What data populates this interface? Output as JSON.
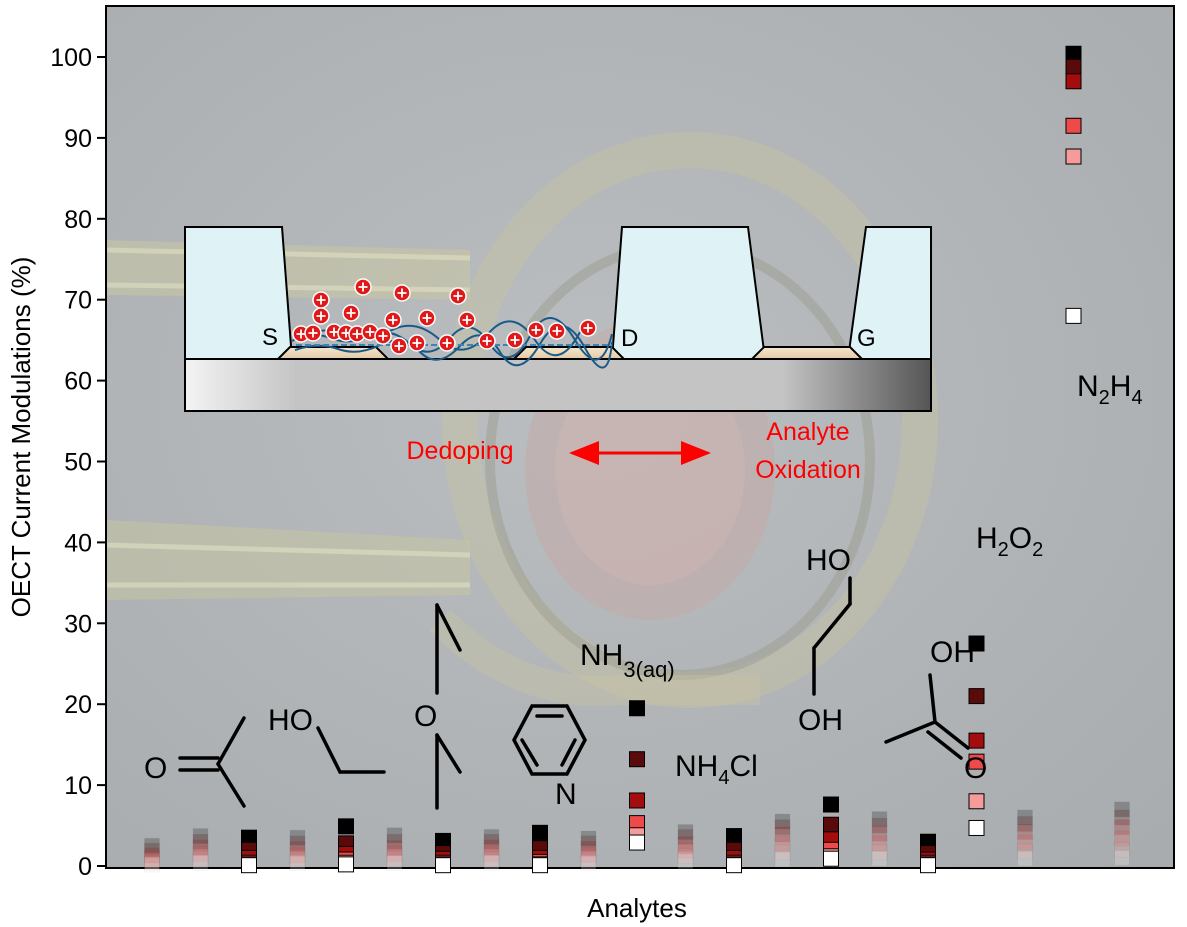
{
  "chart_data": {
    "type": "scatter",
    "xlabel": "Analytes",
    "ylabel": "OECT Current Modulations (%)",
    "ylim": [
      0,
      103
    ],
    "yticks": [
      0,
      10,
      20,
      30,
      40,
      50,
      60,
      70,
      80,
      90,
      100
    ],
    "grid": false,
    "legend": "none",
    "series": [
      {
        "name": "",
        "color": "#000000",
        "values": [
          2.5,
          3.7,
          3.5,
          3.5,
          4.9,
          3.8,
          3.1,
          3.6,
          4.1,
          3.4,
          19.5,
          4.2,
          3.7,
          5.5,
          7.6,
          5.8,
          3.0,
          27.5,
          6.0,
          100.4,
          7.0
        ]
      },
      {
        "name": "",
        "color": "#5a0a0a",
        "values": [
          1.9,
          3.0,
          2.0,
          2.8,
          2.8,
          3.0,
          1.6,
          3.0,
          2.2,
          2.8,
          13.2,
          3.6,
          2.0,
          4.8,
          5.1,
          5.0,
          1.6,
          21.0,
          5.2,
          98.8,
          6.0
        ]
      },
      {
        "name": "",
        "color": "#a30d0d",
        "values": [
          1.3,
          2.3,
          1.0,
          2.1,
          1.5,
          2.2,
          0.9,
          2.3,
          1.0,
          2.1,
          8.1,
          2.7,
          1.0,
          3.9,
          3.3,
          4.0,
          0.8,
          15.5,
          4.2,
          97.0,
          4.8
        ]
      },
      {
        "name": "",
        "color": "#ef4a4a",
        "values": [
          0.8,
          1.5,
          0.4,
          1.3,
          0.8,
          1.5,
          0.4,
          1.5,
          0.5,
          1.4,
          5.3,
          1.9,
          0.4,
          2.8,
          2.0,
          2.8,
          0.4,
          12.9,
          2.9,
          91.5,
          3.4
        ]
      },
      {
        "name": "",
        "color": "#f59b9b",
        "values": [
          0.4,
          0.9,
          0.2,
          0.8,
          0.4,
          0.9,
          0.2,
          0.8,
          0.2,
          0.8,
          3.8,
          1.2,
          0.2,
          1.7,
          1.2,
          1.7,
          0.2,
          8.0,
          1.8,
          87.7,
          2.0
        ]
      },
      {
        "name": "",
        "color": "#ffffff",
        "values": [
          0.2,
          0.4,
          0.1,
          0.4,
          0.2,
          0.4,
          0.1,
          0.4,
          0.1,
          0.4,
          2.9,
          0.6,
          0.1,
          0.8,
          0.9,
          0.9,
          0.1,
          4.7,
          0.9,
          68.0,
          1.0
        ]
      }
    ],
    "faded_positions": [
      0,
      1,
      3,
      5,
      7,
      9,
      11,
      13,
      15,
      18,
      20
    ],
    "annotations": {
      "nh3": [
        "NH",
        "3(aq)"
      ],
      "nh4cl": [
        "NH",
        "4",
        "Cl"
      ],
      "h2o2": [
        "H",
        "2",
        "O",
        "2"
      ],
      "n2h4": [
        "N",
        "2",
        "H",
        "4"
      ],
      "acetone_o": "O",
      "ethanol_ho": "HO",
      "ether_o": "O",
      "pyridine_n": "N",
      "glycol_ho": "HO",
      "glycol_oh": "OH",
      "acid_oh": "OH",
      "acid_o": "O"
    },
    "inset": {
      "source_label": "S",
      "drain_label": "D",
      "gate_label": "G",
      "left_text": "Dedoping",
      "right_text": [
        "Analyte",
        "Oxidation"
      ]
    }
  },
  "colors": {
    "background": "#b0b4b6",
    "accent_red": "#ff0000",
    "cation_red": "#e01818",
    "electrode": "#dff3f7",
    "polymer": "#1b5a86"
  }
}
